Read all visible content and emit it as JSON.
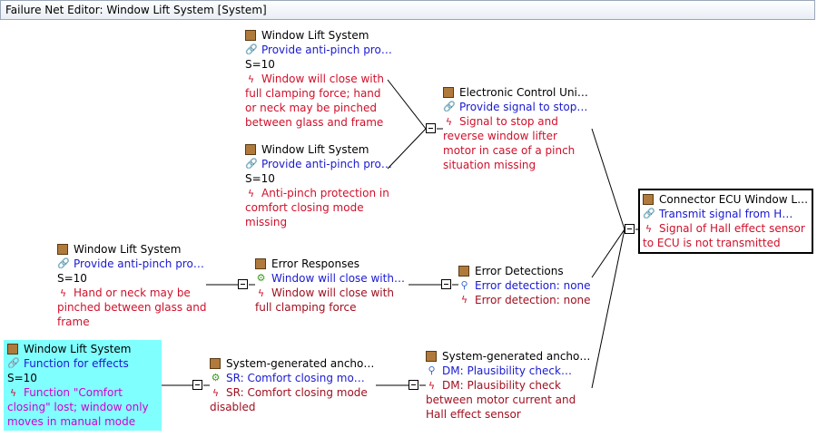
{
  "window": {
    "title": "Failure Net Editor: Window Lift System [System]"
  },
  "nodes": {
    "n1": {
      "element": "Window Lift System",
      "function": "Provide anti-pinch pro…",
      "severity": "S=10",
      "malfunction": "Window will close with full clamping force; hand or neck may be pinched between glass and frame"
    },
    "n2": {
      "element": "Window Lift System",
      "function": "Provide anti-pinch pro…",
      "severity": "S=10",
      "malfunction": "Anti-pinch protection in comfort closing mode missing"
    },
    "n3": {
      "element": "Electronic Control Uni…",
      "function": "Provide signal to stop…",
      "malfunction": "Signal to stop and reverse window lifter motor in case of a pinch situation missing"
    },
    "n4": {
      "element": "Connector ECU Window L…",
      "function": "Transmit signal from H…",
      "malfunction": "Signal of Hall effect sensor to ECU is not transmitted"
    },
    "n5": {
      "element": "Window Lift System",
      "function": "Provide anti-pinch pro…",
      "severity": "S=10",
      "malfunction": "Hand or neck may be pinched between glass and frame"
    },
    "n6": {
      "element": "Error Responses",
      "line1": "Window will close with…",
      "line2": "Window will close with full clamping force"
    },
    "n7": {
      "element": "Error Detections",
      "line1": "Error detection: none",
      "line2": "Error detection: none"
    },
    "n8": {
      "element": "Window Lift System",
      "function": "Function for effects",
      "severity": "S=10",
      "malfunction": "Function \"Comfort closing\" lost; window only moves in manual mode"
    },
    "n9": {
      "element": "System-generated ancho…",
      "line1": "SR: Comfort closing mo…",
      "line2": "SR: Comfort closing mode disabled"
    },
    "n10": {
      "element": "System-generated ancho…",
      "line1": "DM: Plausibility check…",
      "line2": "DM: Plausibility check between motor current and Hall effect sensor"
    }
  },
  "icons": {
    "element": "element-square-icon",
    "function": "function-link-icon",
    "malfunction": "malfunction-lightning-icon",
    "measure": "measure-icon",
    "collapse": "collapse-minus-icon"
  },
  "colors": {
    "function": "#1a1ad0",
    "malfunction": "#d0102a",
    "selected": "#80ffff",
    "element": "#b07a3c"
  }
}
